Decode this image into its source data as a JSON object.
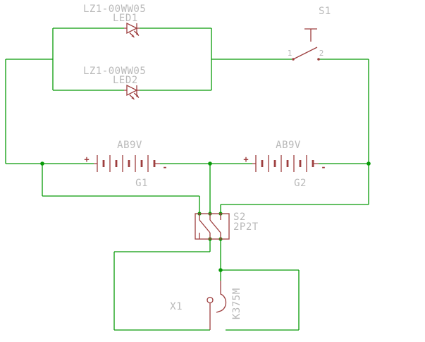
{
  "colors": {
    "background": "#ffffff",
    "wire": "#089b08",
    "symbol": "#9d3e3e",
    "label": "#b9b9b9"
  },
  "components": {
    "led1": {
      "value": "LZ1-00WW05",
      "name": "LED1"
    },
    "led2": {
      "value": "LZ1-00WW05",
      "name": "LED2"
    },
    "s1": {
      "name": "S1",
      "pin1": "1",
      "pin2": "2"
    },
    "g1": {
      "value": "AB9V",
      "name": "G1",
      "plus": "+",
      "minus": "-"
    },
    "g2": {
      "value": "AB9V",
      "name": "G2",
      "plus": "+",
      "minus": "-"
    },
    "s2": {
      "name": "S2",
      "value": "2P2T"
    },
    "x1": {
      "name": "X1",
      "value": "K375M"
    }
  }
}
